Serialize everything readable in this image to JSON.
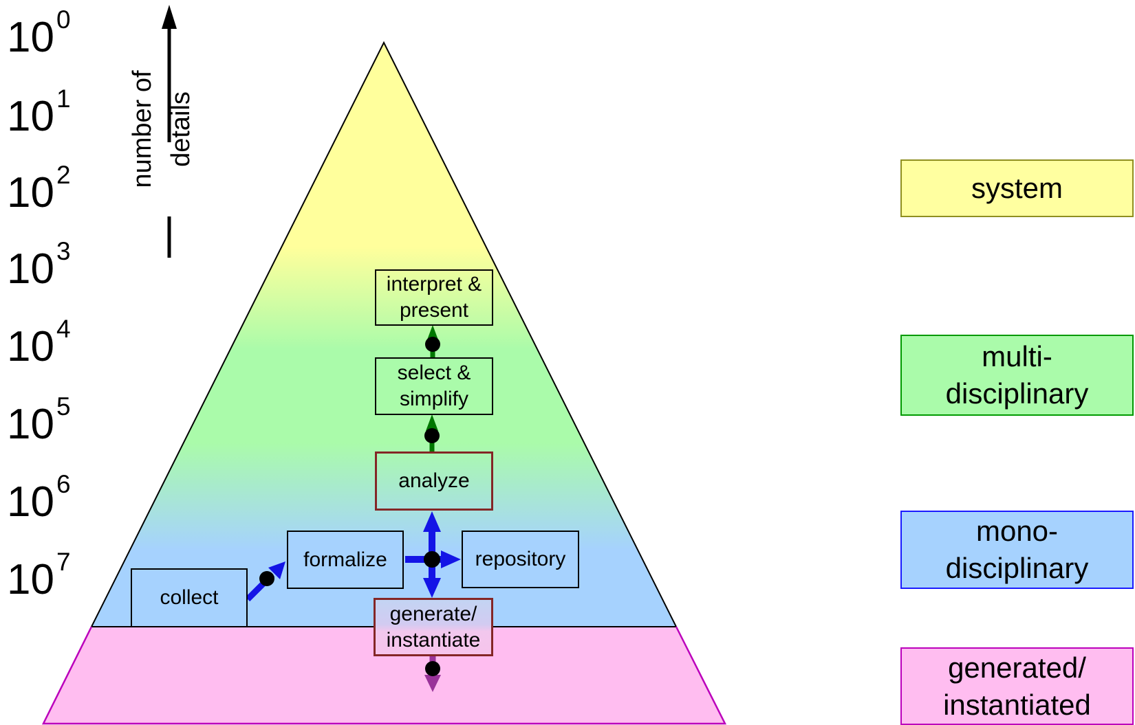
{
  "axis": {
    "label": {
      "line1": "number of",
      "line2": "details"
    },
    "ticks": [
      {
        "base": "10",
        "exp": "0"
      },
      {
        "base": "10",
        "exp": "1"
      },
      {
        "base": "10",
        "exp": "2"
      },
      {
        "base": "10",
        "exp": "3"
      },
      {
        "base": "10",
        "exp": "4"
      },
      {
        "base": "10",
        "exp": "5"
      },
      {
        "base": "10",
        "exp": "6"
      },
      {
        "base": "10",
        "exp": "7"
      }
    ]
  },
  "pyramid": {
    "layer_colors": {
      "top": "#FFFF9C",
      "middle": "#AAFBAA",
      "lower": "#A6D2FE",
      "base": "#FFBDF0"
    },
    "outline_color": "#000000",
    "base_outline_color": "#BB00BB"
  },
  "flow": {
    "boxes": {
      "interpret": {
        "line1": "interpret &",
        "line2": "present"
      },
      "select": {
        "line1": "select &",
        "line2": "simplify"
      },
      "analyze": {
        "line1": "analyze",
        "line2": ""
      },
      "formalize": {
        "line1": "formalize",
        "line2": ""
      },
      "repository": {
        "line1": "repository",
        "line2": ""
      },
      "collect": {
        "line1": "collect",
        "line2": ""
      },
      "generate": {
        "line1": "generate/",
        "line2": "instantiate"
      }
    },
    "arrow_colors": {
      "green": "#007700",
      "blue": "#1414E6",
      "purple": "#993399"
    },
    "node_color": "#000000",
    "highlight_border_color": "#842626"
  },
  "legend": {
    "items": [
      {
        "line1": "system",
        "line2": "",
        "fill": "#FFFFA0",
        "border": "#8F8F20"
      },
      {
        "line1": "multi-",
        "line2": "disciplinary",
        "fill": "#AAFBAA",
        "border": "#009900"
      },
      {
        "line1": "mono-",
        "line2": "disciplinary",
        "fill": "#A6D2FE",
        "border": "#1A1AFF"
      },
      {
        "line1": "generated/",
        "line2": "instantiated",
        "fill": "#FFBDF0",
        "border": "#BB00BB"
      }
    ]
  }
}
